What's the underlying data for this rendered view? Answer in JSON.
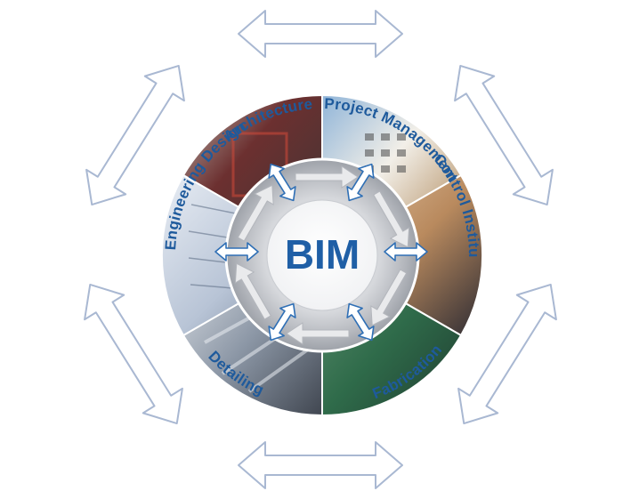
{
  "center_label": "BIM",
  "segments": [
    {
      "label": "Architecture",
      "color": "#8a3a3a"
    },
    {
      "label": "Project Management",
      "color": "#c9a06a"
    },
    {
      "label": "Control Institution",
      "color": "#b98a5e"
    },
    {
      "label": "Fabrication",
      "color": "#2f6b4a"
    },
    {
      "label": "Detailing",
      "color": "#7d8896"
    },
    {
      "label": "Engineering Design",
      "color": "#c7cfdc"
    }
  ],
  "colors": {
    "accent_blue": "#1e5a9c",
    "arrow_outline": "#a9b8d2",
    "ring_gray": "#a8acb3"
  }
}
